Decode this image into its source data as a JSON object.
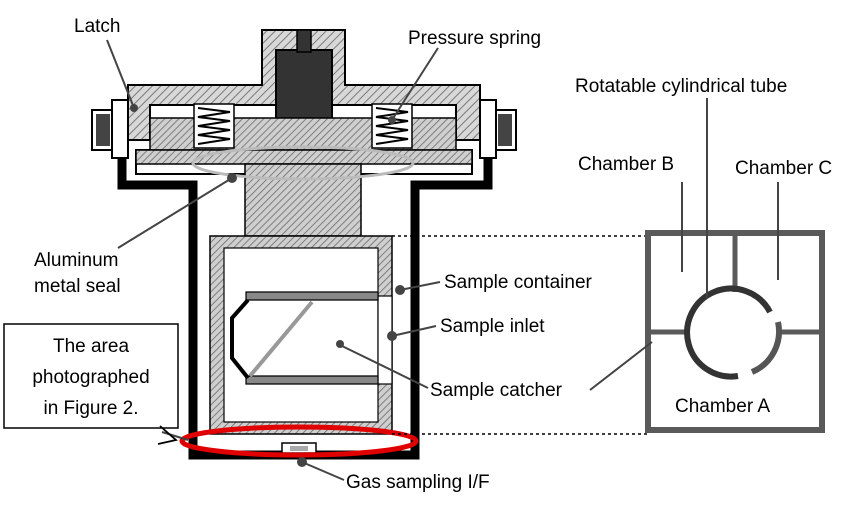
{
  "labels": {
    "latch": "Latch",
    "pressure_spring": "Pressure spring",
    "rotatable_tube": "Rotatable cylindrical tube",
    "chamber_b": "Chamber B",
    "chamber_c": "Chamber C",
    "chamber_a": "Chamber A",
    "aluminum_seal_line1": "Aluminum",
    "aluminum_seal_line2": "metal seal",
    "sample_container": "Sample container",
    "sample_inlet": "Sample inlet",
    "sample_catcher": "Sample catcher",
    "gas_sampling": "Gas sampling I/F"
  },
  "note": {
    "line1": "The area",
    "line2": "photographed",
    "line3": "in Figure 2."
  },
  "colors": {
    "outline": "#000000",
    "hatch_gray": "#888888",
    "chamber_gray": "#5a5a5a",
    "highlight_red": "#e00000",
    "seal_gray": "#bbbbbb",
    "knob_dark": "#333333"
  }
}
